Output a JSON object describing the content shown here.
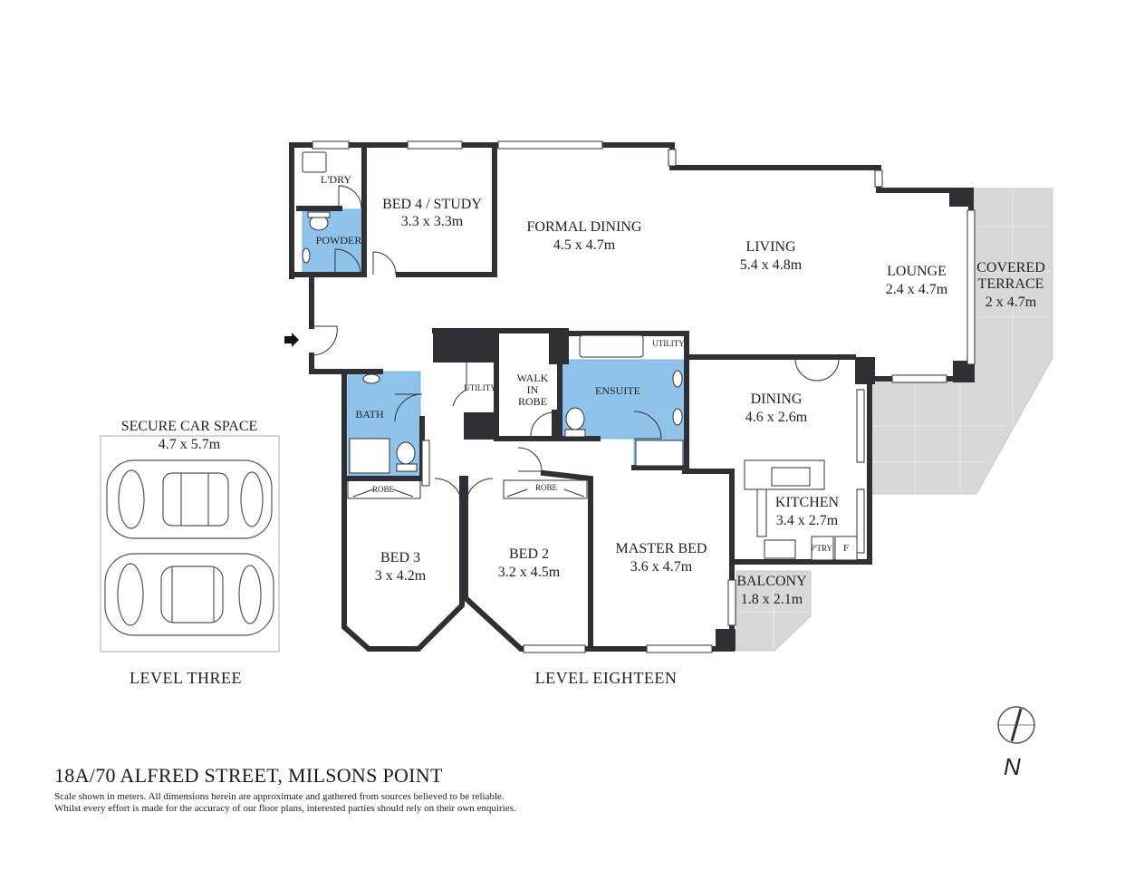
{
  "rooms": {
    "laundry": "L'DRY",
    "bed4_name": "BED 4 / STUDY",
    "bed4_size": "3.3 x 3.3m",
    "powder": "POWDER",
    "formal_dining_name": "FORMAL DINING",
    "formal_dining_size": "4.5 x 4.7m",
    "living_name": "LIVING",
    "living_size": "5.4 x 4.8m",
    "lounge_name": "LOUNGE",
    "lounge_size": "2.4 x 4.7m",
    "terrace_line1": "COVERED",
    "terrace_line2": "TERRACE",
    "terrace_size": "2 x 4.7m",
    "utility_top": "UTILITY",
    "utility_left": "UTILITY",
    "walk_in_1": "WALK",
    "walk_in_2": "IN",
    "walk_in_3": "ROBE",
    "ensuite": "ENSUITE",
    "bath": "BATH",
    "dining_name": "DINING",
    "dining_size": "4.6 x 2.6m",
    "kitchen_name": "KITCHEN",
    "kitchen_size": "3.4 x 2.7m",
    "pantry": "P'TRY",
    "fridge": "F",
    "robe_bed3": "ROBE",
    "robe_bed2": "ROBE",
    "bed3_name": "BED 3",
    "bed3_size": "3 x 4.2m",
    "bed2_name": "BED 2",
    "bed2_size": "3.2 x 4.5m",
    "master_name": "MASTER BED",
    "master_size": "3.6 x 4.7m",
    "balcony_name": "BALCONY",
    "balcony_size": "1.8 x 2.1m"
  },
  "car_space": {
    "name": "SECURE CAR SPACE",
    "size": "4.7 x 5.7m"
  },
  "levels": {
    "level_three": "LEVEL THREE",
    "level_eighteen": "LEVEL EIGHTEEN"
  },
  "compass": {
    "label": "N"
  },
  "footer": {
    "address": "18A/70 ALFRED STREET, MILSONS POINT",
    "disclaimer_line1": "Scale shown in meters. All dimensions herein are approximate and gathered from sources believed to be  reliable.",
    "disclaimer_line2": "Whilst every effort is made for the accuracy of our floor plans, interested parties should rely on their own enquiries."
  },
  "colors": {
    "wall": "#2e3036",
    "wet_area": "#8fc3ea",
    "outdoor": "#d8d8d8",
    "window": "#ffffff",
    "text": "#222222"
  }
}
